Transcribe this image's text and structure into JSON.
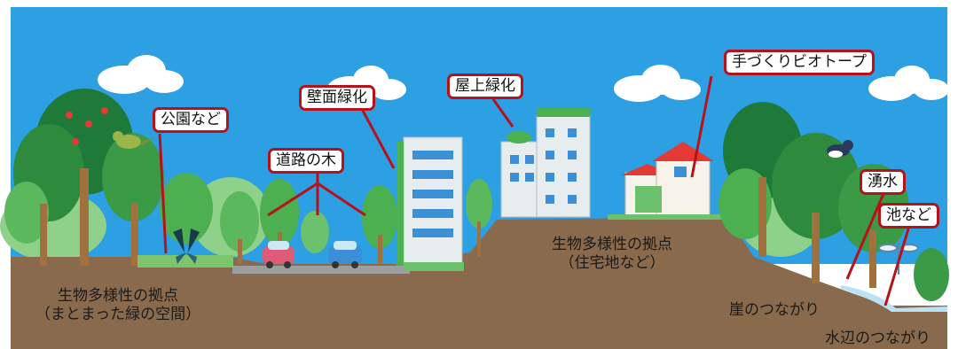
{
  "labels": {
    "park": "公園など",
    "street_trees": "道路の木",
    "wall_greening": "壁面緑化",
    "roof_greening": "屋上緑化",
    "handmade_biotope": "手づくりビオトープ",
    "spring_water": "湧水",
    "ponds": "池など"
  },
  "ground_text": {
    "hub_green_line1": "生物多様性の拠点",
    "hub_green_line2": "（まとまった緑の空間）",
    "hub_residential_line1": "生物多様性の拠点",
    "hub_residential_line2": "（住宅地など）",
    "cliff_link": "崖のつながり",
    "waterside_link": "水辺のつながり"
  },
  "colors": {
    "sky": "#2d9fe3",
    "soil": "#8a6a4d",
    "callout_border": "#b5121b",
    "tree_dark": "#1f7a3a",
    "tree_light": "#5cb85c",
    "water": "#b9e3f5"
  }
}
